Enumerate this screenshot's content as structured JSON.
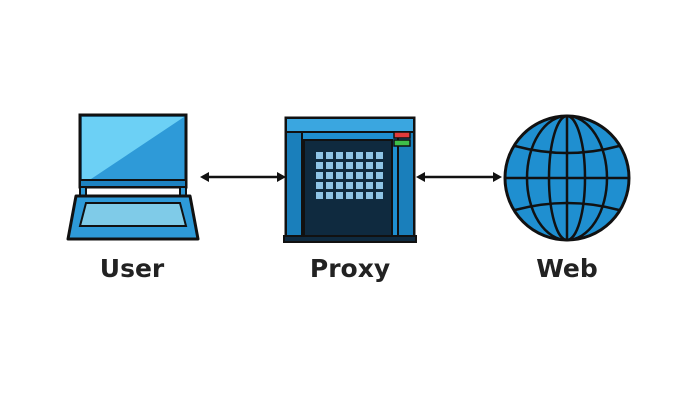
{
  "diagram": {
    "nodes": [
      {
        "id": "user",
        "label": "User",
        "icon": "laptop-icon"
      },
      {
        "id": "proxy",
        "label": "Proxy",
        "icon": "server-icon"
      },
      {
        "id": "web",
        "label": "Web",
        "icon": "globe-icon"
      }
    ],
    "edges": [
      {
        "from": "user",
        "to": "proxy",
        "direction": "bidirectional"
      },
      {
        "from": "proxy",
        "to": "web",
        "direction": "bidirectional"
      }
    ],
    "colors": {
      "primary_blue": "#1f8fd0",
      "light_blue": "#5cc7f2",
      "dark_navy": "#0f2a3f",
      "outline": "#111111",
      "status_red": "#e23b3b",
      "status_green": "#3fbf4a"
    }
  }
}
